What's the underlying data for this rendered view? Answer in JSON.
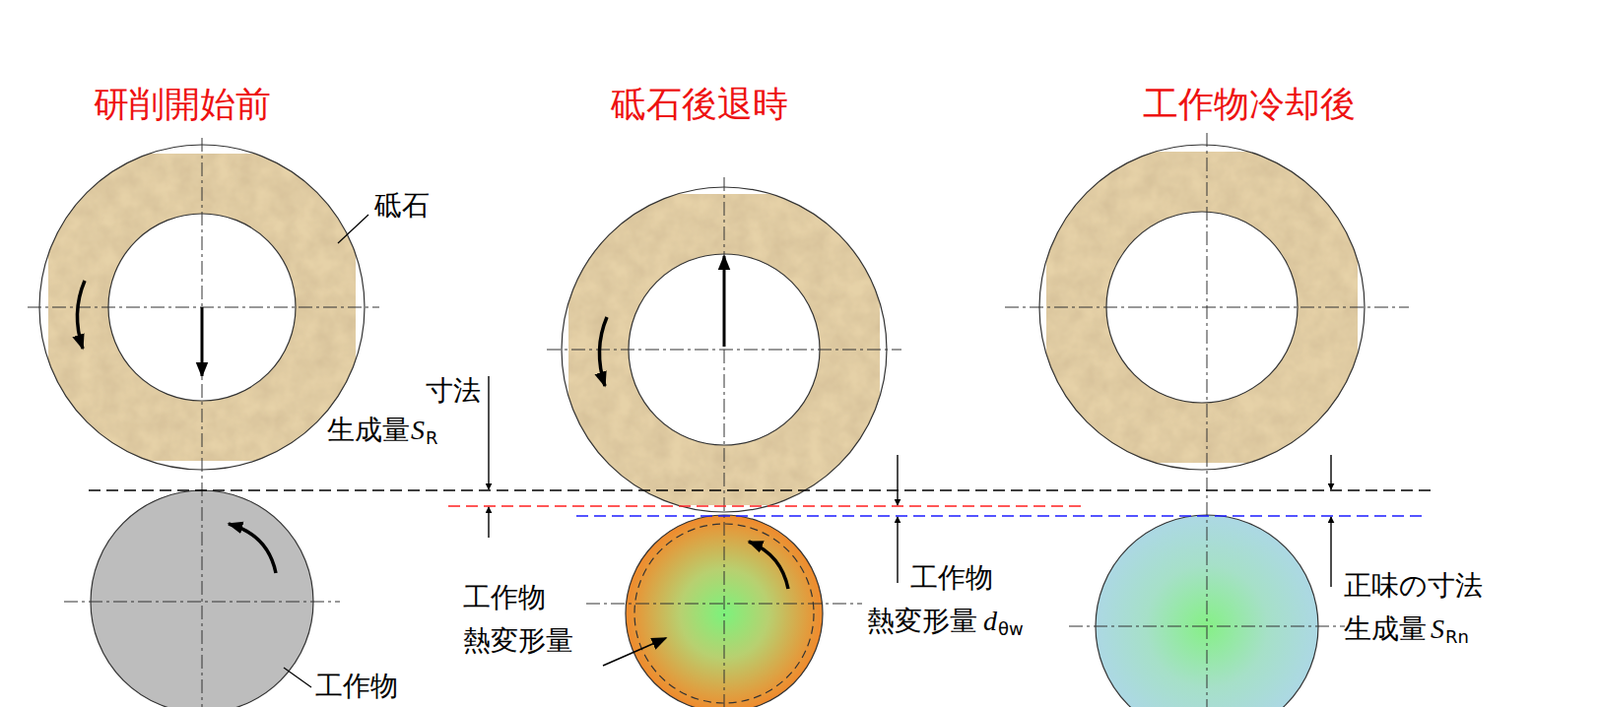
{
  "diagram": {
    "labels": [
      "研削開始前",
      "砥石後退時",
      "工作物冷却後",
      "砥石",
      "寸法",
      "生成量",
      "S",
      "R",
      "工作物",
      "熱変形量",
      "工作物",
      "熱変形量",
      "d",
      "θw",
      "正味の寸法",
      "生成量",
      "S",
      "Rn",
      "工作物"
    ]
  }
}
